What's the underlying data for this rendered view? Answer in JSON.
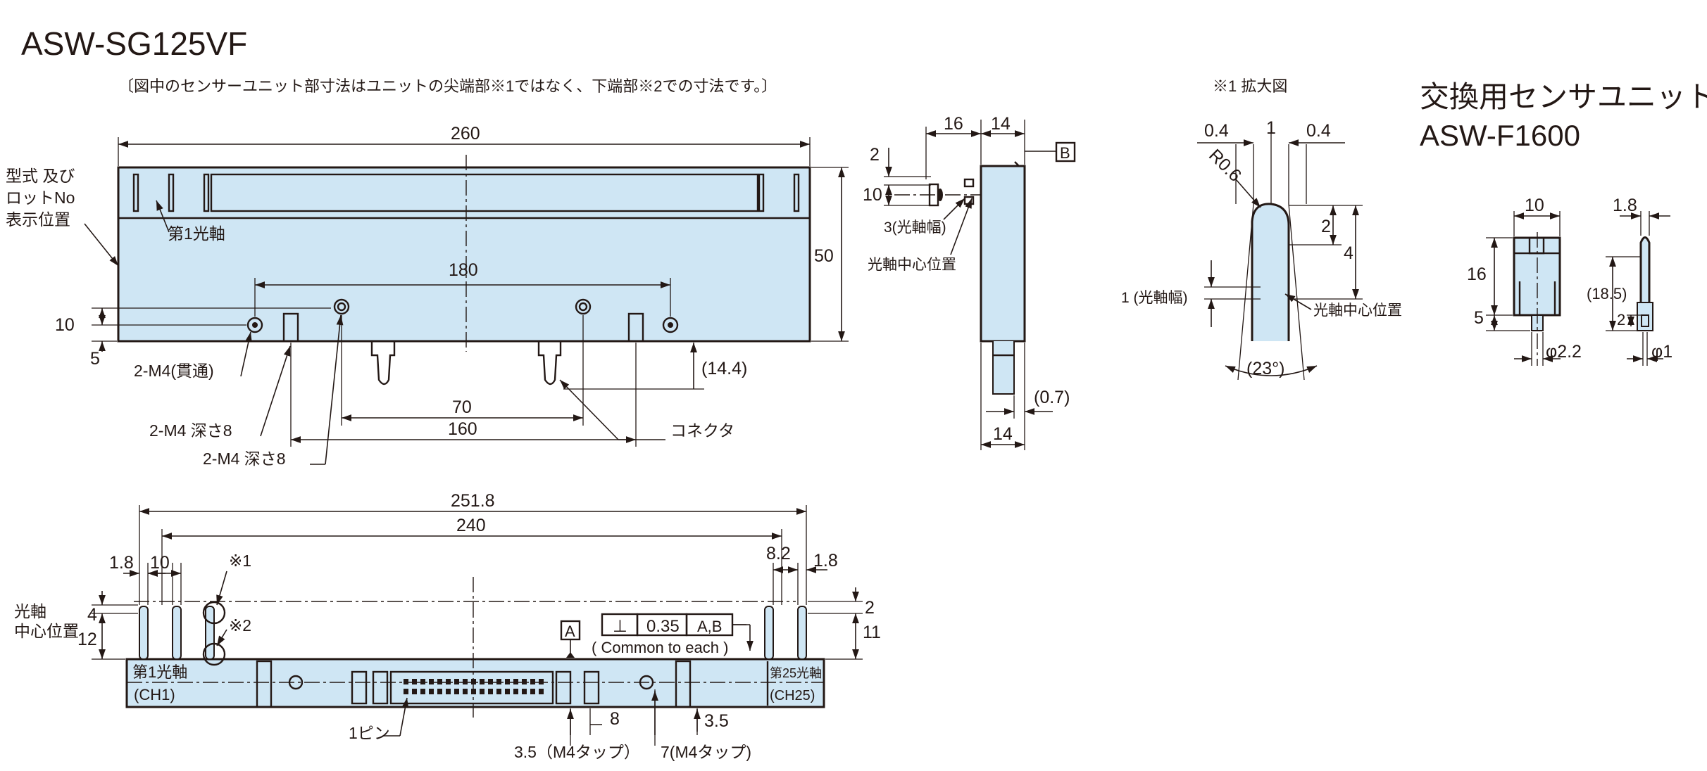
{
  "title": "ASW-SG125VF",
  "note": "〔図中のセンサーユニット部寸法はユニットの尖端部※1ではなく、下端部※2での寸法です。〕",
  "enlarged_label": "※1 拡大図",
  "replacement": {
    "heading": "交換用センサユニット",
    "model": "ASW-F1600"
  },
  "front_view": {
    "marking_label": [
      "型式 及び",
      "ロットNo",
      "表示位置"
    ],
    "first_axis": "第1光軸",
    "connector": "コネクタ",
    "hole_through": "2-M4(貫通)",
    "hole_depth_a": "2-M4 深さ8",
    "hole_depth_b": "2-M4 深さ8",
    "dims": {
      "overall_width": "260",
      "hole_pitch": "180",
      "height": "50",
      "hole_height": "10",
      "bottom_offset": "5",
      "connector_pitch": "70",
      "tap_pitch": "160",
      "connector_depth": "(14.4)"
    }
  },
  "side_view": {
    "datum": "B",
    "axis_width": "3(光軸幅)",
    "axis_center": "光軸中心位置",
    "dims": {
      "d16": "16",
      "d14_top": "14",
      "d2": "2",
      "d10": "10",
      "d07": "(0.7)",
      "d14_bottom": "14"
    }
  },
  "detail_view": {
    "axis_width": "1 (光軸幅)",
    "axis_center": "光軸中心位置",
    "dims": {
      "left_gap": "0.4",
      "tip": "1",
      "right_gap": "0.4",
      "radius": "R0.6",
      "d2": "2",
      "d4": "4",
      "angle": "(23°)"
    }
  },
  "unit_view": {
    "dims": {
      "width": "10",
      "height": "16",
      "offset": "5",
      "pin_dia": "φ2.2",
      "thick": "1.8",
      "overall": "(18.5)",
      "pin_len": "2",
      "tip_dia": "φ1"
    }
  },
  "bottom_view": {
    "axis_center": [
      "光軸",
      "中心位置"
    ],
    "first_axis": [
      "第1光軸",
      "(CH1)"
    ],
    "last_axis": [
      "第25光軸",
      "(CH25)"
    ],
    "pin1": "1ピン",
    "ref1": "※1",
    "ref2": "※2",
    "datum": "A",
    "tolerance": {
      "symbol": "⊥",
      "value": "0.35",
      "datums": "A,B",
      "note": "( Common to each )"
    },
    "tap_a": "3.5（M4タップ）",
    "tap_b": "7(M4タップ)",
    "dims": {
      "overall": "251.8",
      "pitch": "240",
      "left_edge": "1.8",
      "left_pitch": "10",
      "right_pitch": "8.2",
      "right_edge": "1.8",
      "upper": "4",
      "lower": "12",
      "r2": "2",
      "r11": "11",
      "d8": "8",
      "d35": "3.5"
    }
  }
}
